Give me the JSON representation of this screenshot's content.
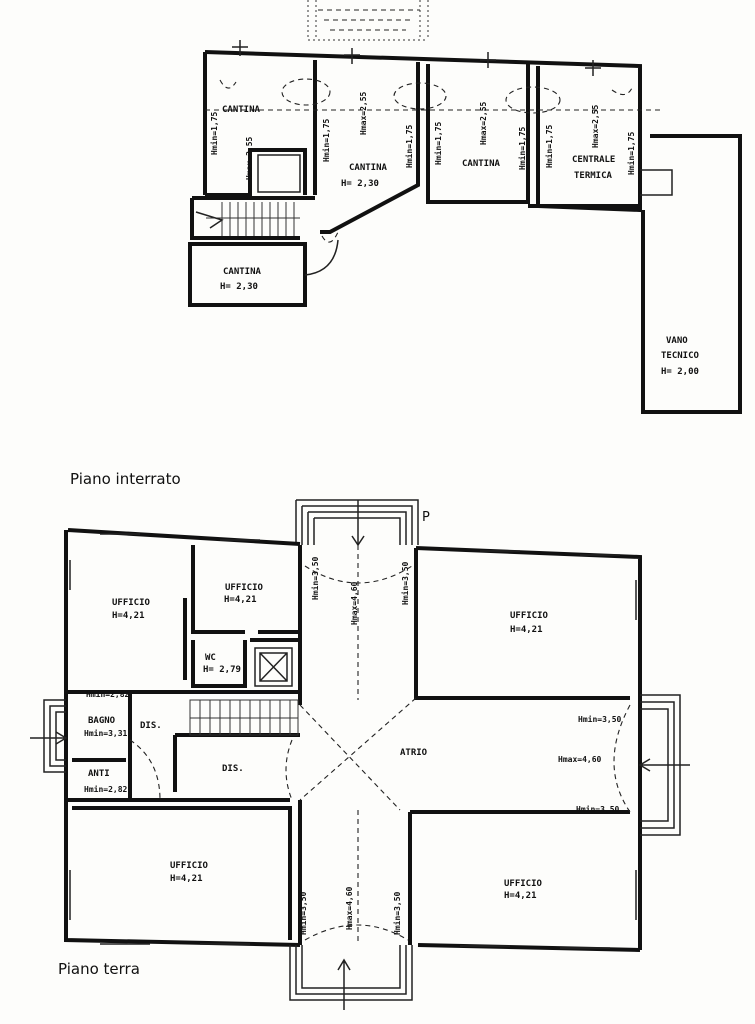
{
  "captions": {
    "basement": "Piano interrato",
    "ground": "Piano terra",
    "mark": "P"
  },
  "basement": {
    "cantina_1": "CANTINA",
    "cantina_2": {
      "name": "CANTINA",
      "h": "H= 2,30"
    },
    "cantina_3": "CANTINA",
    "cantina_4": {
      "name": "CANTINA",
      "h": "H= 2,30"
    },
    "centrale": {
      "l1": "CENTRALE",
      "l2": "TERMICA"
    },
    "vano": {
      "l1": "VANO",
      "l2": "TECNICO",
      "h": "H= 2,00"
    },
    "heights": {
      "a": "Hmin=1,75",
      "b": "Hmax=2,55",
      "c": "Hmin=1,75",
      "d": "Hmax=2,55",
      "e": "Hmin=1,75",
      "f": "Hmin=1,75",
      "g": "Hmax=2,55",
      "h": "Hmin=1,75",
      "i": "Hmin=1,75",
      "j": "Hmax=2,55",
      "k": "Hmin=1,75"
    }
  },
  "ground": {
    "ufficio_tl": {
      "name": "UFFICIO",
      "h": "H=4,21"
    },
    "ufficio_tm": {
      "name": "UFFICIO",
      "h": "H=4,21"
    },
    "wc": {
      "name": "WC",
      "h": "H= 2,79"
    },
    "ufficio_tr": {
      "name": "UFFICIO",
      "h": "H=4,21"
    },
    "bagno": {
      "name": "BAGNO",
      "h": "Hmin=3,31"
    },
    "hmin_bagno_top": "Hmin=2,82",
    "dis_1": "DIS.",
    "dis_2": "DIS.",
    "anti": {
      "name": "ANTI",
      "h": "Hmin=2,82"
    },
    "atrio": "ATRIO",
    "hmax_atrio_right": "Hmax=4,60",
    "hmin_right_top": "Hmin=3,50",
    "hmin_right_bottom": "Hmin=3,50",
    "hmin_top_left": "Hmin=3,50",
    "hmax_top": "Hmax=4,60",
    "hmin_top_right": "Hmin=3,50",
    "ufficio_bl": {
      "name": "UFFICIO",
      "h": "H=4,21"
    },
    "ufficio_br": {
      "name": "UFFICIO",
      "h": "H=4,21"
    },
    "hmin_bottom_left": "Hmin=3,50",
    "hmax_bottom": "Hmax=4,60",
    "hmin_bottom_right": "Hmin=3,50"
  }
}
